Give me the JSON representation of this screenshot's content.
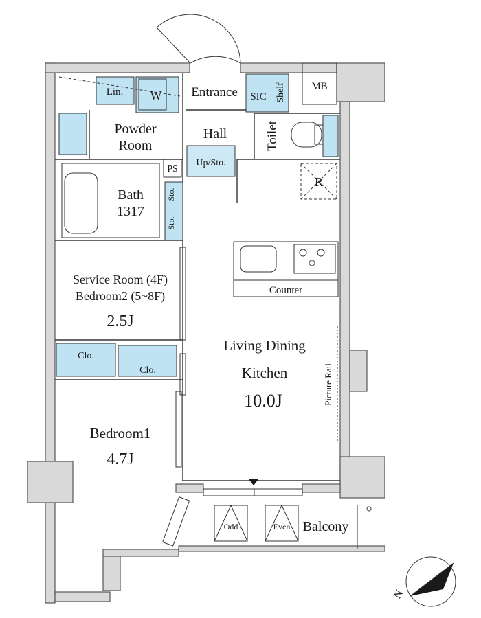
{
  "rooms": {
    "entrance": "Entrance",
    "sic": "SIC",
    "shelf": "Shelf",
    "mb": "MB",
    "lin": "Lin.",
    "w": "W",
    "powder_room_1": "Powder",
    "powder_room_2": "Room",
    "hall": "Hall",
    "toilet": "Toilet",
    "up_sto": "Up/Sto.",
    "ps": "PS",
    "r": "R",
    "bath_1": "Bath",
    "bath_2": "1317",
    "sto_1": "Sto.",
    "sto_2": "Sto.",
    "counter": "Counter",
    "service_room_1": "Service Room (4F)",
    "service_room_2": "Bedroom2 (5~8F)",
    "service_room_size": "2.5J",
    "clo_1": "Clo.",
    "clo_2": "Clo.",
    "ldk_1": "Living Dining",
    "ldk_2": "Kitchen",
    "ldk_size": "10.0J",
    "picture_rail": "Picture Rail",
    "bedroom1": "Bedroom1",
    "bedroom1_size": "4.7J",
    "odd": "Odd",
    "even": "Even",
    "balcony": "Balcony",
    "north": "N"
  },
  "colors": {
    "wall": "#d9d9d9",
    "storage": "#bfe3f2",
    "line": "#333333"
  }
}
